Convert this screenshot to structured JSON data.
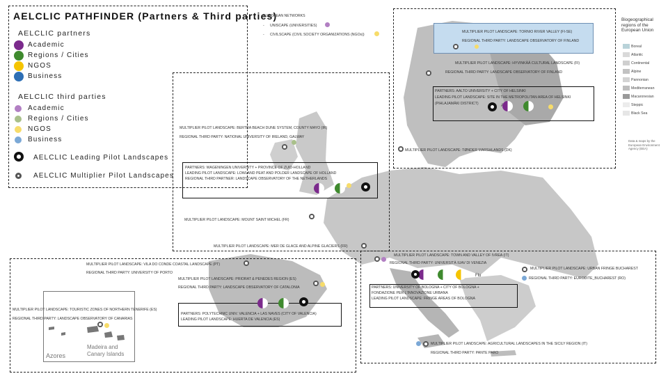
{
  "title": "AELCLIC PATHFINDER (Partners & Third parties)",
  "legend": {
    "partners_heading": "AELCLIC partners",
    "partners": [
      {
        "label": "Academic",
        "color": "#7b2a8c"
      },
      {
        "label": "Regions / Cities",
        "color": "#3f8a2e"
      },
      {
        "label": "NGOS",
        "color": "#f5c400"
      },
      {
        "label": "Business",
        "color": "#2e6fb5"
      }
    ],
    "third_heading": "AELCLIC third parties",
    "third": [
      {
        "label": "Academic",
        "color": "#b27fc3"
      },
      {
        "label": "Regions / Cities",
        "color": "#a9c08a"
      },
      {
        "label": "NGOS",
        "color": "#f7dc6a"
      },
      {
        "label": "Business",
        "color": "#7ba8d6"
      }
    ],
    "leading": "AELCLIC Leading Pilot Landscapes",
    "multiplier": "AELCLIC Multiplier Pilot Landscapes"
  },
  "networks": {
    "heading": "EUROPEAN NETWORKS",
    "items": [
      {
        "label": "UNISCAPE (UNIVERSITIES)",
        "color": "#b27fc3"
      },
      {
        "label": "CIVILSCAPE (CIVIL SOCIETY ORGANIZATIONS (NGOs))",
        "color": "#f7dc6a"
      }
    ]
  },
  "bio_legend": {
    "title": "Biogeographical regions of the European Union",
    "items": [
      {
        "label": "Boreal",
        "color": "#b9d3d9"
      },
      {
        "label": "Atlantic",
        "color": "#d9d9d9"
      },
      {
        "label": "Continental",
        "color": "#cfcfcf"
      },
      {
        "label": "Alpine",
        "color": "#c2c2c2"
      },
      {
        "label": "Pannonian",
        "color": "#d3d3d3"
      },
      {
        "label": "Mediterranean",
        "color": "#bdbdbd"
      },
      {
        "label": "Macaronesian",
        "color": "#9a9a9a"
      },
      {
        "label": "Steppic",
        "color": "#ececec"
      },
      {
        "label": "Black Sea",
        "color": "#e6e6e6"
      }
    ],
    "note": "Data & maps by the European Environment Agency (EEA)"
  },
  "labels": {
    "torne_m": "MULTIPLIER PILOT LANDSCAPE: TORNIO RIVER VALLEY (FI-SE)",
    "torne_r": "REGIONAL THIRD PARTY: LANDSCAPE OBSERVATORY OF FINLAND",
    "hyv_m": "MULTIPLIER PILOT LANDSCAPE: HYVINKÄÄ CULTURAL LANDSCAPE (FI)",
    "hyv_r": "REGIONAL THIRD PARTY: LANDSCAPE OBSERVATORY OF FINLAND",
    "hel_1": "PARTNERS: AALTO UNIVERSITY + CITY OF HELSINKI",
    "hel_2": "LEADING PILOT LANDSCAPE: SITE IN THE METROPOLITAN AREA OF HELSINKI",
    "hel_3": "(PIHLAJAMÄKI DISTRICT)",
    "hel_ab": "Ab",
    "ie_m": "MULTIPLIER PILOT LANDSCAPE: BERTRA BEACH DUNE SYSTEM, COUNTY MAYO (IR)",
    "ie_r": "REGIONAL THIRD PARTY: NATIONAL UNIVERSITY OF IRELAND, GALWAY",
    "dk_m": "MULTIPLIER PILOT LANDSCAPE: TØNDER MARSHLANDS (DK)",
    "nl_1": "PARTNERS: WAGENINGEN UNIVERSITY + PROVINCE OF ZUID-HOLLAND",
    "nl_2": "LEADING PILOT LANDSCAPE: LOWLAND PEAT AND POLDER LANDSCAPE OF HOLLAND",
    "nl_3": "REGIONAL THIRD PARTNER: LANDSCAPE OBSERVATORY OF THE NETHERLANDS",
    "fr_m": "MULTIPLIER PILOT LANDSCAPE: MOUNT SAINT MICHEL (FR)",
    "fr2_m": "MULTIPLIER PILOT LANDSCAPE: MER DE GLACE AND ALPINE GLACIERS (FR)",
    "pt_m": "MULTIPLIER PILOT LANDSCAPE: VILA DO CONDE COASTAL LANDSCAPE (PT)",
    "pt_r": "REGIONAL THIRD PARTY: UNIVERSITY OF PORTO",
    "es_m": "MULTIPLIER PILOT LANDSCAPE: PRIORAT & PENEDES REGION (ES)",
    "es_r": "REGIONAL THIRD PARTY: LANDSCAPE OBSERVATORY OF CATALONIA",
    "ca_m": "MULTIPLIER PILOT LANDSCAPE: TOURISTIC ZONES OF NORTHERN TENERIFE (ES)",
    "ca_r": "REGIONAL THIRD PARTY: LANDSCAPE OBSERVATORY OF CANARIAS",
    "val_1": "PARTNERS: POLYTECHNIC UNIV. VALENCIA + LAS NAVES (CITY OF VALENCIA)",
    "val_2": "LEADING PILOT LANDSCAPE: HUERTA DE VALENCIA (ES)",
    "it_m": "MULTIPLIER PILOT LANDSCAPE: TOWN AND VALLEY OF IVREA (IT)",
    "it_r": "REGIONAL THIRD PARTY: UNIVERSITÀ IUAV DI VENEZIA",
    "ro_m": "MULTIPLIER PILOT LANDSCAPE: URBAN FRINGE BUCHAREST",
    "ro_r": "REGIONAL THIRD PARTY: EURODITE_BUCHAREST (RO)",
    "bo_1": "PARTNERS: UNIVERSITY OF BOLOGNA + CITY OF BOLOGNA +",
    "bo_2": "FONDAZIONE PER L'INNOVAZIONE URBANA",
    "bo_3": "LEADING PILOT LANDSCAPE: FRINGE AREAS OF BOLOGNA",
    "bo_flu": "Flu",
    "si_m": "MULTIPLIER PILOT LANDSCAPE: AGRICULTURAL LANDSCAPES IN THE SICILY REGION (IT)",
    "si_r": "REGIONAL THIRD PARTY: PANTE PARO",
    "azores": "Azores",
    "madeira": "Madeira and Canary Islands"
  }
}
